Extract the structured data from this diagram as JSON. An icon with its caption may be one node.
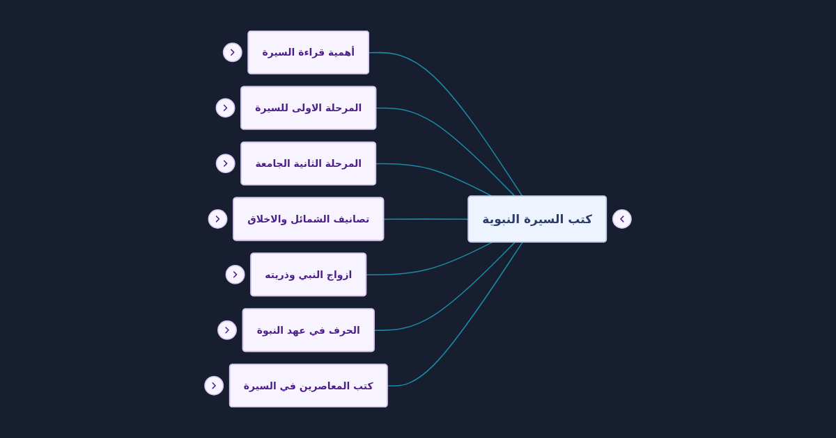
{
  "diagram": {
    "nodes": [
      {
        "text": [
          "كتب السيرة النبوية"
        ]
      },
      {
        "text": [
          "أهمية قراءة السيرة"
        ]
      },
      {
        "text": [
          "المرحلة الاولى للسيرة"
        ]
      },
      {
        "text": [
          "المرحلة الثانية الجامعة"
        ]
      },
      {
        "text": [
          "تصانيف الشمائل والاخلاق"
        ]
      },
      {
        "text": [
          "ازواج النبي وذريته"
        ]
      },
      {
        "text": [
          "الحرف في عهد النبوة"
        ]
      },
      {
        "text": [
          "كتب المعاصرين في السيرة"
        ]
      }
    ],
    "edges": [
      {
        "from": 0,
        "to": 1,
        "arrow": "none"
      },
      {
        "from": 0,
        "to": 2,
        "arrow": "none"
      },
      {
        "from": 0,
        "to": 3,
        "arrow": "none"
      },
      {
        "from": 0,
        "to": 4,
        "arrow": "none"
      },
      {
        "from": 0,
        "to": 5,
        "arrow": "none"
      },
      {
        "from": 0,
        "to": 6,
        "arrow": "none"
      },
      {
        "from": 0,
        "to": 7,
        "arrow": "none"
      }
    ]
  }
}
